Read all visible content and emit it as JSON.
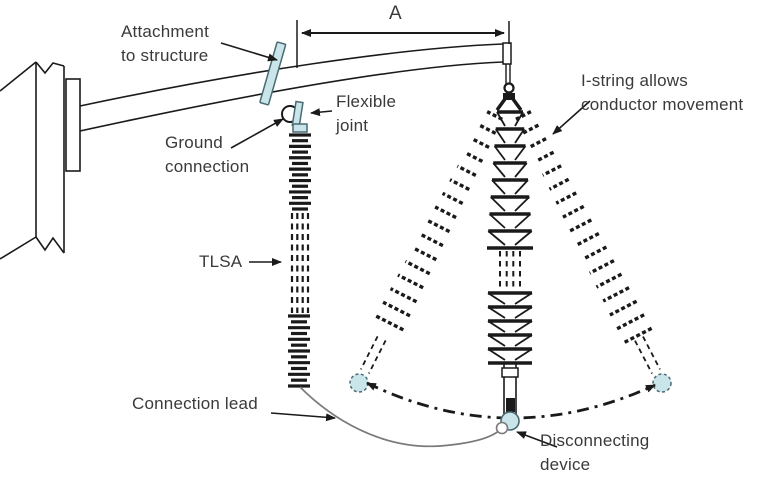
{
  "labels": {
    "attachment": {
      "line1": "Attachment",
      "line2": "to structure"
    },
    "dimension_a": "A",
    "flexible_joint": {
      "line1": "Flexible",
      "line2": "joint"
    },
    "ground": {
      "line1": "Ground",
      "line2": "connection"
    },
    "tlsa": "TLSA",
    "istring": {
      "line1": "I-string allows",
      "line2": "conductor movement"
    },
    "connection_lead": "Connection lead",
    "disconnecting": {
      "line1": "Disconnecting",
      "line2": "device"
    }
  },
  "colors": {
    "line": "#1a1a1a",
    "text": "#3a3a3a",
    "hardware_fill": "#c9e5ea",
    "hardware_stroke": "#4a6a72",
    "lead_wire": "#7a7a7a",
    "background": "#ffffff"
  }
}
